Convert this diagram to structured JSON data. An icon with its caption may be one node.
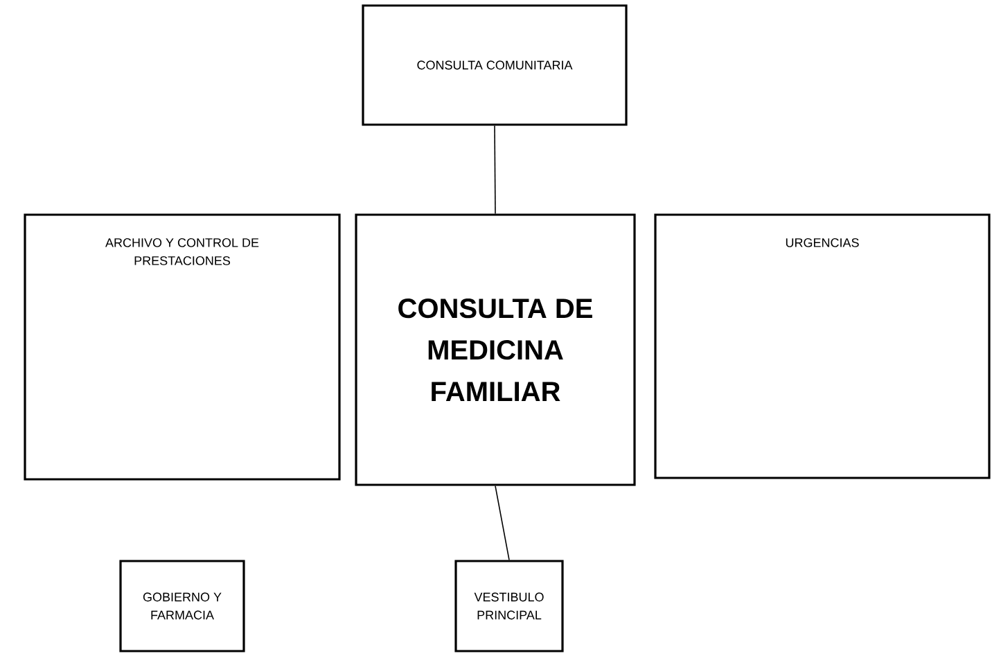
{
  "diagram": {
    "nodes": [
      {
        "text": [
          "CONSULTA COMUNITARIA"
        ]
      },
      {
        "text": [
          "ARCHIVO Y CONTROL DE PRESTACIONES"
        ]
      },
      {
        "text": [
          "CONSULTA DE MEDICINA FAMILIAR"
        ]
      },
      {
        "text": [
          "URGENCIAS"
        ]
      },
      {
        "text": [
          "GOBIERNO Y FARMACIA"
        ]
      },
      {
        "text": [
          "VESTIBULO PRINCIPAL"
        ]
      }
    ],
    "edges": [
      {
        "from": 0,
        "to": 2,
        "arrow": "none"
      },
      {
        "from": 2,
        "to": 5,
        "arrow": "none"
      }
    ]
  }
}
